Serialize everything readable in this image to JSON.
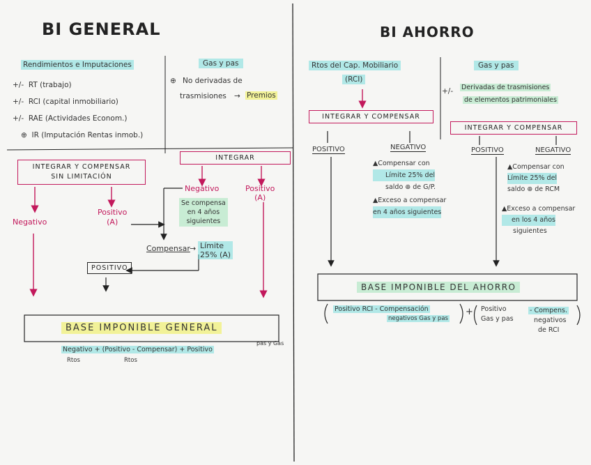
{
  "left": {
    "title": "BI GENERAL",
    "rend_header": "Rendimientos e Imputaciones",
    "rend_items": [
      {
        "sign": "+/-",
        "text": "RT (trabajo)"
      },
      {
        "sign": "+/-",
        "text": "RCI (capital inmobiliario)"
      },
      {
        "sign": "+/-",
        "text": "RAE (Actividades Econom.)"
      },
      {
        "sign": "⊕",
        "text": "IR (Imputación Rentas inmob.)"
      }
    ],
    "gp_header": "Gas y pas",
    "gp_sign": "⊕",
    "gp_text_1": "No derivadas de",
    "gp_text_2": "trasmisiones",
    "gp_premios": "Premios",
    "integrar_comp_1": "INTEGRAR Y COMPENSAR",
    "integrar_comp_2": "SIN LIMITACIÓN",
    "negativo": "Negativo",
    "positivo_a_1": "Positivo",
    "positivo_a_2": "(A)",
    "integrar": "INTEGRAR",
    "negativo_right": "Negativo",
    "compensa_1": "Se compensa",
    "compensa_2": "en 4 años",
    "compensa_3": "siguientes",
    "positivo_right_1": "Positivo",
    "positivo_right_2": "(A)",
    "compensar": "Compensar",
    "limite_1": "Límite",
    "limite_2": "25% (A)",
    "positivo_box": "POSITIVO",
    "base": "BASE IMPONIBLE GENERAL",
    "formula_1": "Negativo + (Positivo - Compensar) + Positivo",
    "formula_sup": "pas y Gas",
    "formula_sub_1": "Rtos",
    "formula_sub_2": "Rtos"
  },
  "right": {
    "title": "BI AHORRO",
    "rcm_header": "Rtos del Cap. Mobiliario",
    "rci": "(RCI)",
    "gp_header": "Gas y pas",
    "gp_sign": "+/-",
    "gp_text_1": "Derivadas de trasmisiones",
    "gp_text_2": "de elementos patrimoniales",
    "int_comp_left": "INTEGRAR Y COMPENSAR",
    "int_comp_right": "INTEGRAR Y COMPENSAR",
    "positivo_l": "POSITIVO",
    "negativo_l": "NEGATIVO",
    "positivo_r": "POSITIVO",
    "negativo_r": "NEGATIVO",
    "neg_l_1": "▲Compensar con",
    "neg_l_2": "Límite 25% del",
    "neg_l_3": "saldo ⊕ de G/P.",
    "neg_l_4": "▲Exceso a compensar",
    "neg_l_5": "en 4 años siguientes",
    "neg_r_1": "▲Compensar con",
    "neg_r_2": "Límite 25% del",
    "neg_r_3": "saldo ⊕ de RCM",
    "neg_r_4": "▲Exceso a compensar",
    "neg_r_5": "en los 4 años",
    "neg_r_6": "siguientes",
    "base": "BASE IMPONIBLE DEL AHORRO",
    "formula_a": "Positivo RCI - Compensación",
    "formula_b": "negativos Gas y pas",
    "formula_plus": "+",
    "formula_c": "Positivo",
    "formula_d": "Gas y pas",
    "formula_e": "- Compens.",
    "formula_f": "negativos",
    "formula_g": "de RCI"
  },
  "colors": {
    "magenta": "#c2185b",
    "cyan": "#7ee0e0",
    "green": "#aae6be",
    "yellow": "#f0f05a",
    "ink": "#222222"
  }
}
